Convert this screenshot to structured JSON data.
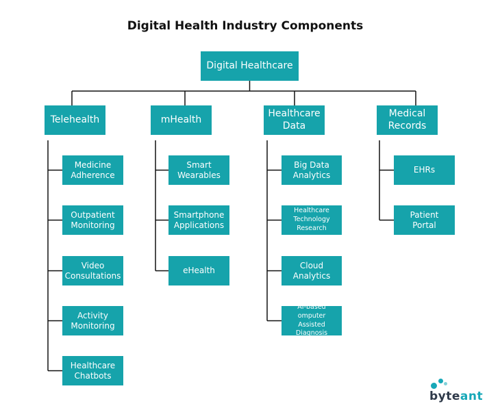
{
  "title": "Digital Health Industry Components",
  "colors": {
    "box": "#16a3ab",
    "line": "#111111",
    "logo_dark": "#2f3a4a",
    "logo_teal": "#17a8b8"
  },
  "root": "Digital Healthcare",
  "categories": [
    {
      "label": "Telehealth",
      "children": [
        "Medicine\nAdherence",
        "Outpatient\nMonitoring",
        "Video\nConsultations",
        "Activity\nMonitoring",
        "Healthcare\nChatbots"
      ]
    },
    {
      "label": "mHealth",
      "children": [
        "Smart\nWearables",
        "Smartphone\nApplications",
        "eHealth"
      ]
    },
    {
      "label": "Healthcare\nData",
      "children": [
        "Big Data\nAnalytics",
        "Healthcare\nTechnology\nResearch",
        "Cloud\nAnalytics",
        "AI-based omputer\nAssisted Diagnosis"
      ]
    },
    {
      "label": "Medical\nRecords",
      "children": [
        "EHRs",
        "Patient\nPortal"
      ]
    }
  ],
  "logo": {
    "part1": "byte",
    "part2": "ant",
    "icon": "bubbles-logo-icon"
  }
}
